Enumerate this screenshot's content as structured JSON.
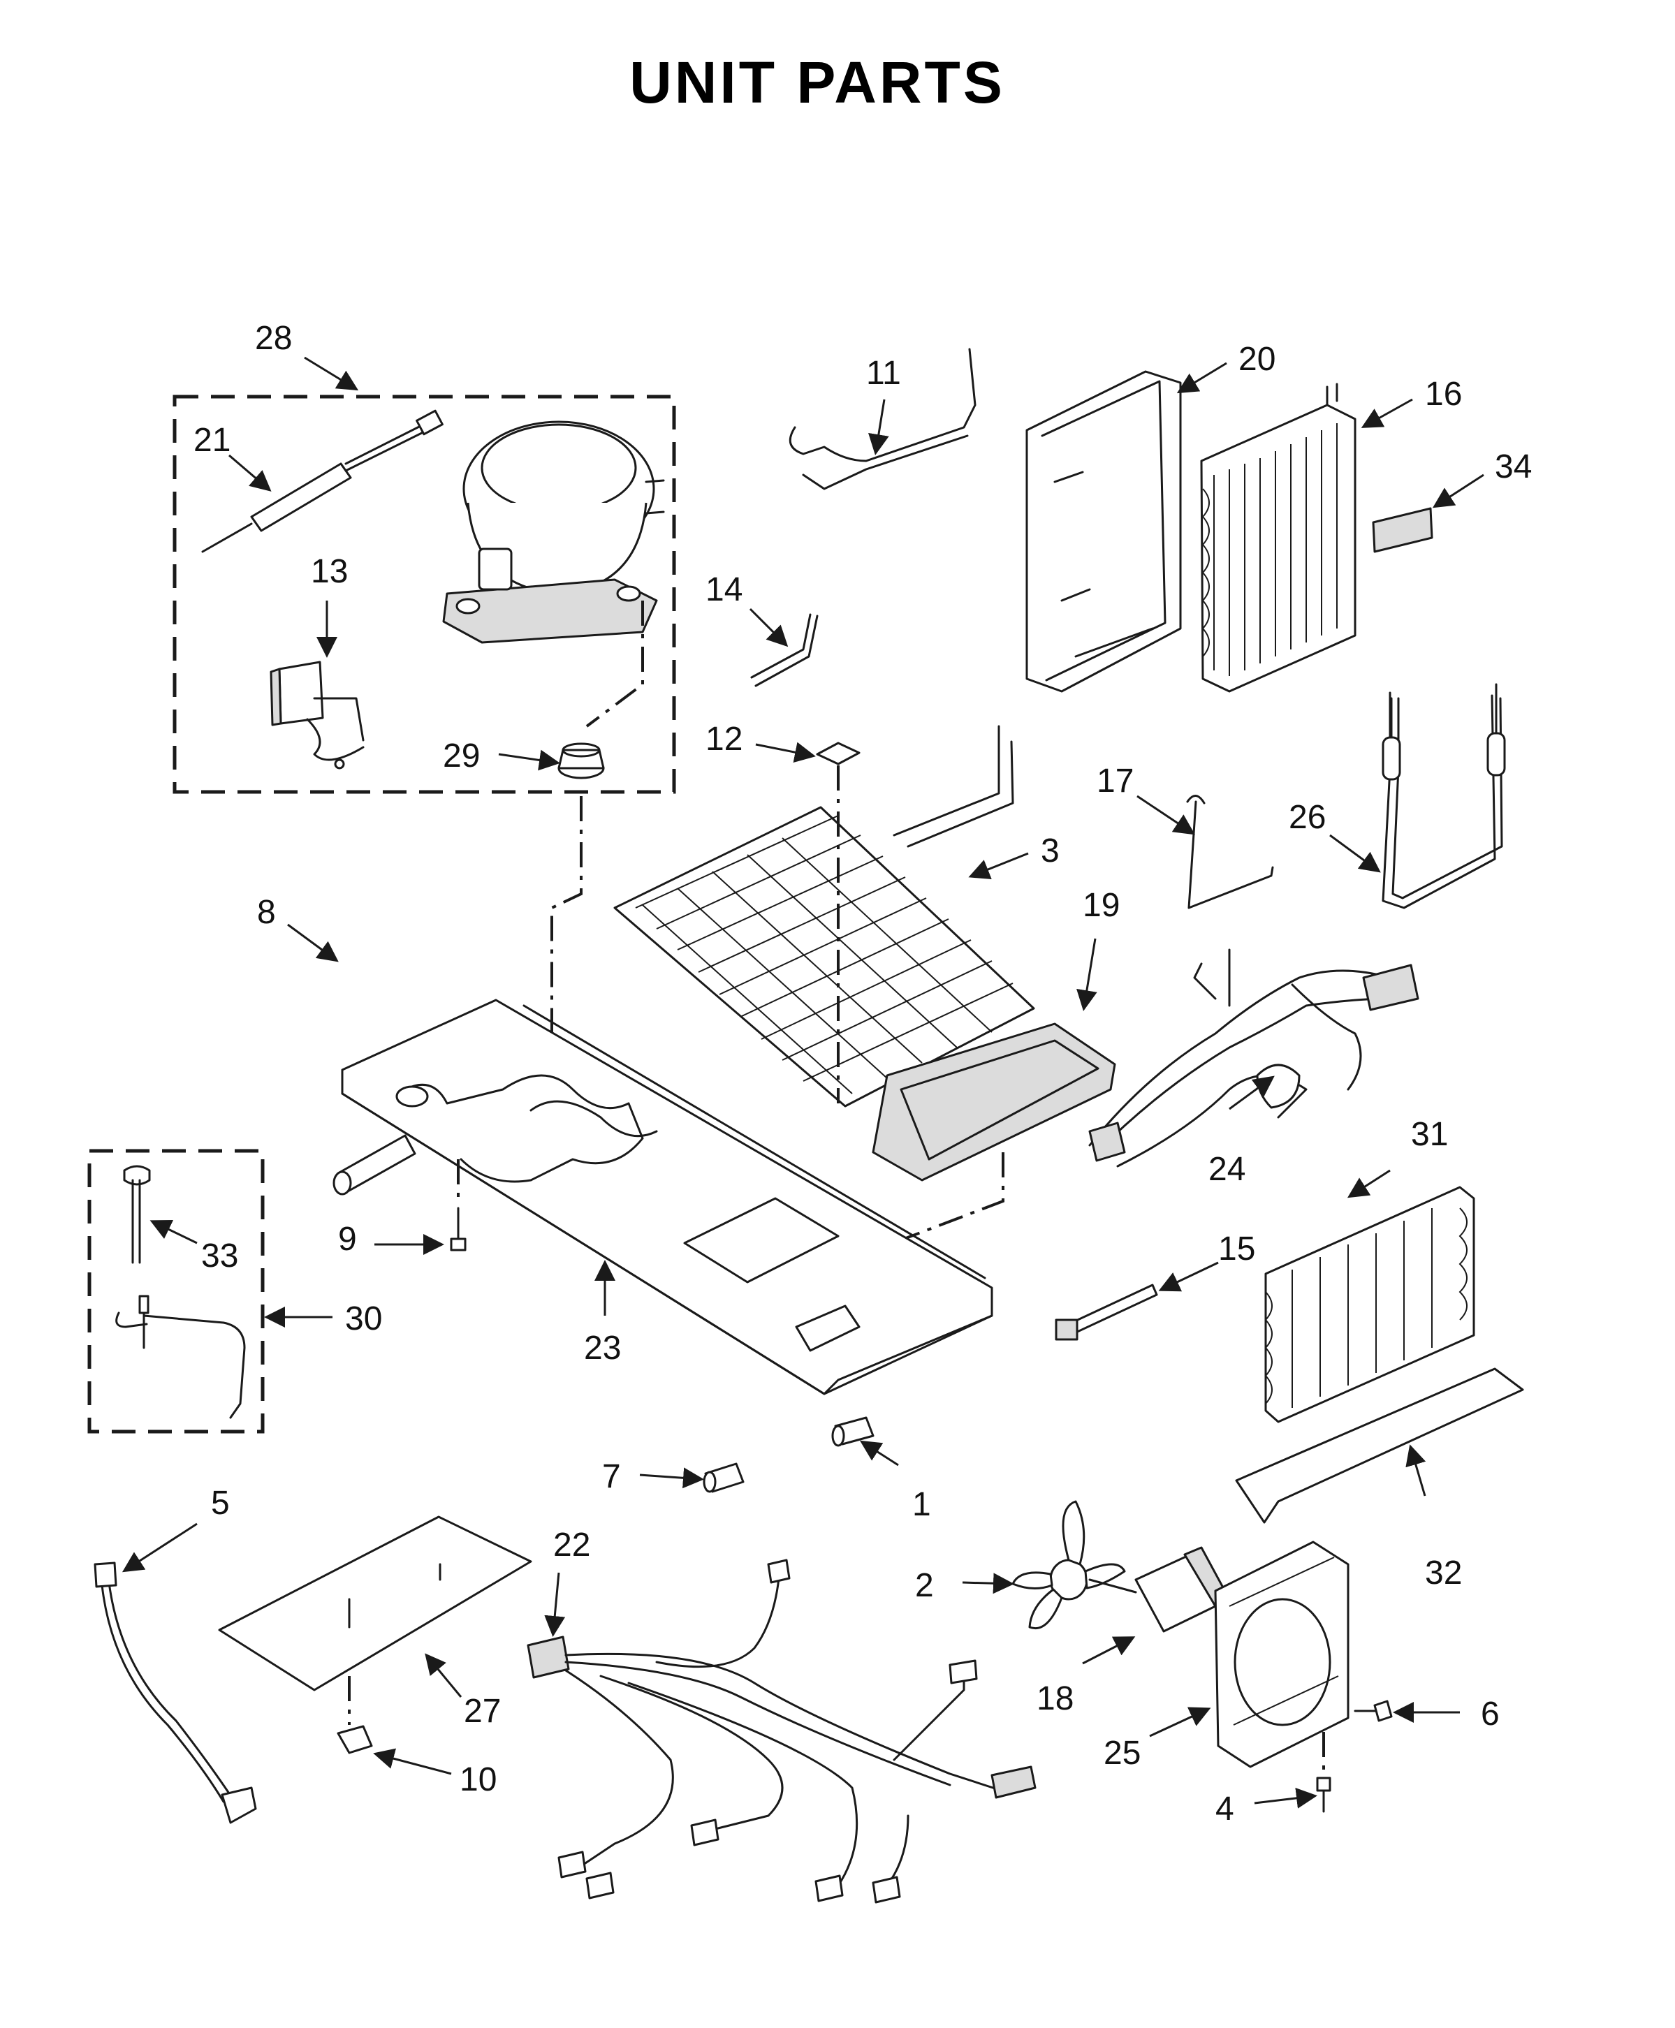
{
  "title": "UNIT PARTS",
  "callouts": {
    "c1": "1",
    "c2": "2",
    "c3": "3",
    "c4": "4",
    "c5": "5",
    "c6": "6",
    "c7": "7",
    "c8": "8",
    "c9": "9",
    "c10": "10",
    "c11": "11",
    "c12": "12",
    "c13": "13",
    "c14": "14",
    "c15": "15",
    "c16": "16",
    "c17": "17",
    "c18": "18",
    "c19": "19",
    "c20": "20",
    "c21": "21",
    "c22": "22",
    "c23": "23",
    "c24": "24",
    "c25": "25",
    "c26": "26",
    "c27": "27",
    "c28": "28",
    "c29": "29",
    "c30": "30",
    "c31": "31",
    "c32": "32",
    "c33": "33",
    "c34": "34"
  }
}
